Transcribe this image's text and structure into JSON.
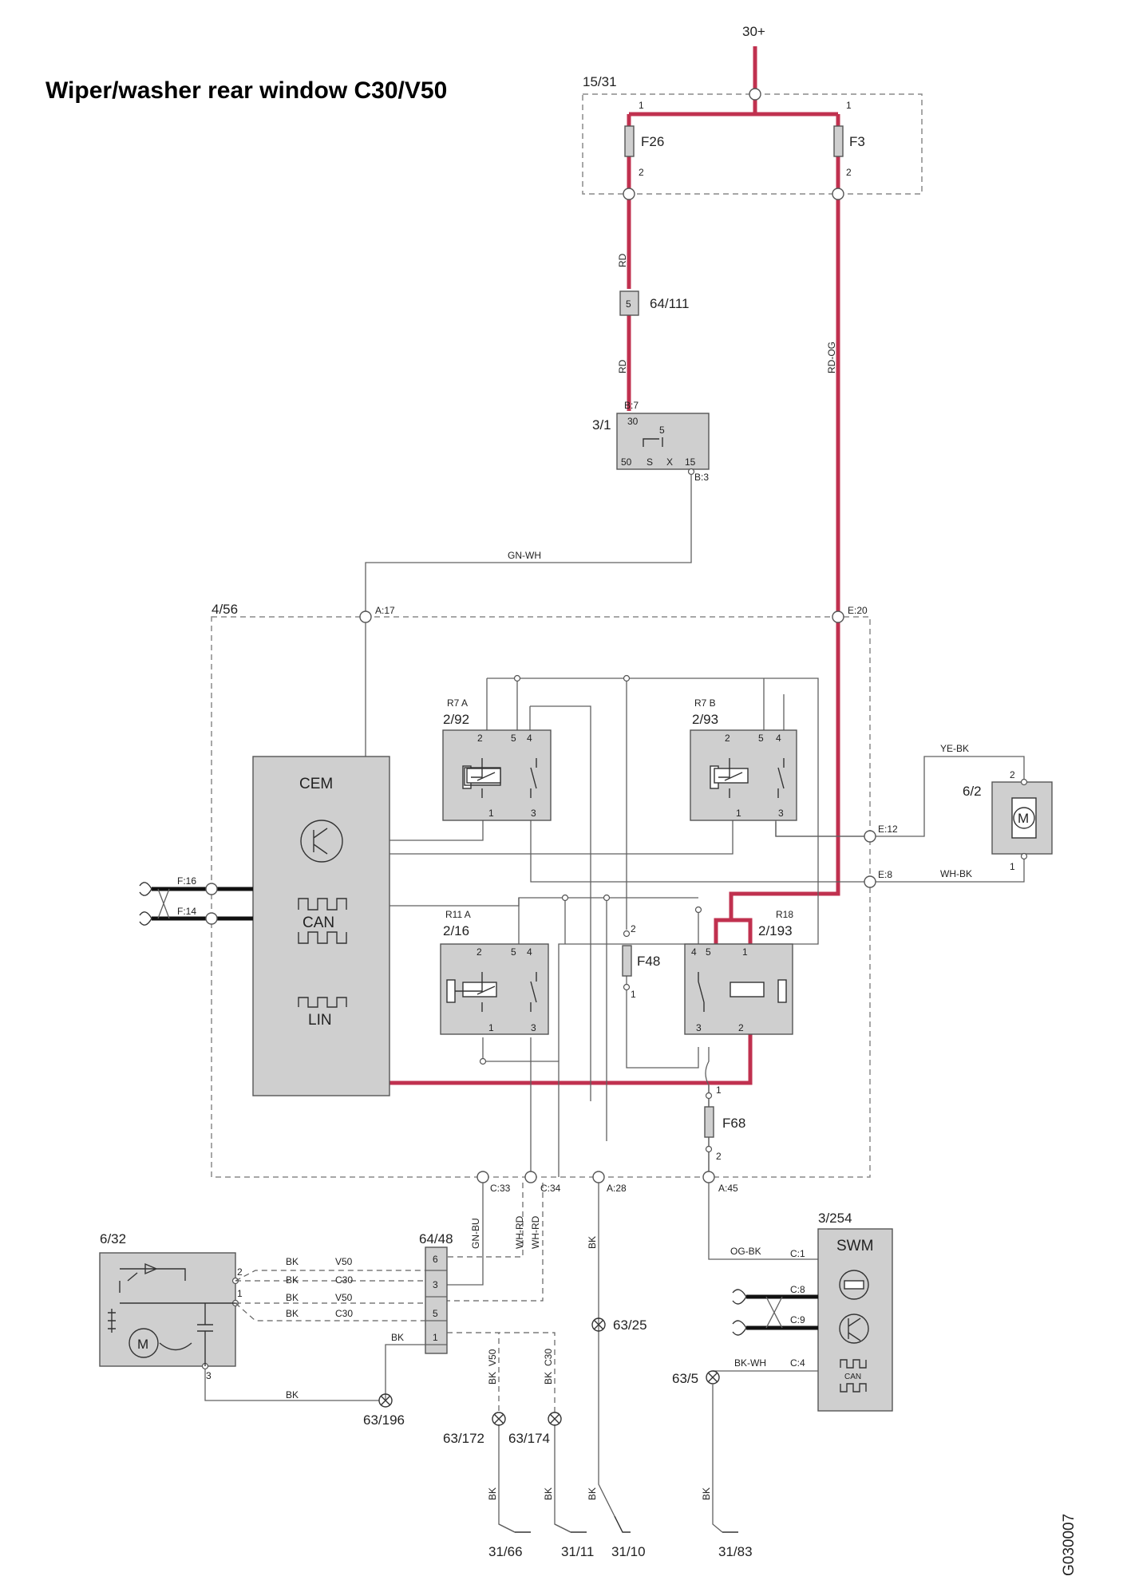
{
  "title": "Wiper/washer rear window C30/V50",
  "drawing_code": "G030007",
  "supply": "30+",
  "components": {
    "fuse_box": "15/31",
    "fuse_f26": "F26",
    "fuse_f3": "F3",
    "conn_64_111": "64/111",
    "ignition_switch": "3/1",
    "cem_box": "4/56",
    "cem": "CEM",
    "can": "CAN",
    "lin": "LIN",
    "relay_r7a_name": "R7 A",
    "relay_r7a_id": "2/92",
    "relay_r7b_name": "R7 B",
    "relay_r7b_id": "2/93",
    "relay_r11a_name": "R11 A",
    "relay_r11a_id": "2/16",
    "relay_r18_name": "R18",
    "relay_r18_id": "2/193",
    "fuse_f48": "F48",
    "fuse_f68": "F68",
    "pump": "6/2",
    "wiper_motor": "6/32",
    "conn_64_48": "64/48",
    "swm_id": "3/254",
    "swm": "SWM"
  },
  "pins": {
    "p1": "1",
    "p2": "2",
    "p3": "3",
    "p4": "4",
    "p5": "5",
    "p6": "6",
    "p15": "15",
    "p30": "30",
    "p50": "50",
    "pS": "S",
    "pX": "X"
  },
  "connectors": {
    "b7": "B:7",
    "b3": "B:3",
    "a17": "A:17",
    "e20": "E:20",
    "e12": "E:12",
    "e8": "E:8",
    "f16": "F:16",
    "f14": "F:14",
    "c33": "C:33",
    "c34": "C:34",
    "a28": "A:28",
    "a45": "A:45",
    "c1": "C:1",
    "c8": "C:8",
    "c9": "C:9",
    "c4": "C:4"
  },
  "wires": {
    "rd": "RD",
    "rd_og": "RD-OG",
    "gn_wh": "GN-WH",
    "ye_bk": "YE-BK",
    "wh_bk": "WH-BK",
    "gn_bu": "GN-BU",
    "wh_rd": "WH-RD",
    "bk": "BK",
    "og_bk": "OG-BK",
    "bk_wh": "BK-WH",
    "v50": "V50",
    "c30": "C30"
  },
  "grounds": {
    "g63_196": "63/196",
    "g63_25": "63/25",
    "g63_172": "63/172",
    "g63_174": "63/174",
    "g63_5": "63/5",
    "g31_66": "31/66",
    "g31_11": "31/11",
    "g31_10": "31/10",
    "g31_83": "31/83"
  },
  "colors": {
    "powered_wire": "#c0314f",
    "component_fill": "#cfcfcf"
  }
}
